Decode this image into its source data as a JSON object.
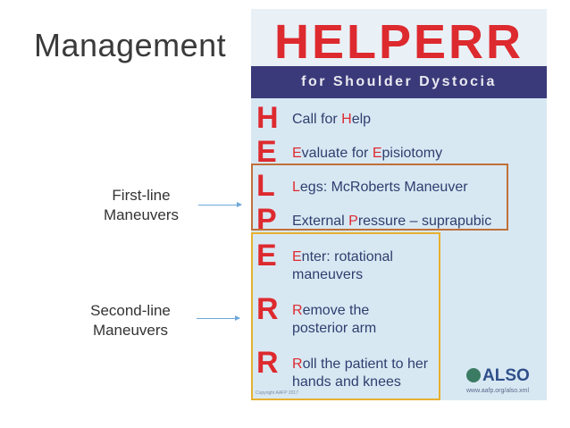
{
  "slide": {
    "title": "Management",
    "first_line_label": [
      "First-line",
      "Maneuvers"
    ],
    "second_line_label": [
      "Second-line",
      "Maneuvers"
    ]
  },
  "poster": {
    "title": "HELPERR",
    "subtitle": "for Shoulder Dystocia",
    "rows": [
      {
        "letter": "H",
        "pre": "Call for ",
        "hl": "H",
        "post": "elp",
        "line2": ""
      },
      {
        "letter": "E",
        "pre": "",
        "hl": "E",
        "post": "valuate for ",
        "hl2": "E",
        "post2": "pisiotomy",
        "line2": ""
      },
      {
        "letter": "L",
        "pre": "",
        "hl": "L",
        "post": "egs: McRoberts Maneuver",
        "line2": ""
      },
      {
        "letter": "P",
        "pre": "External ",
        "hl": "P",
        "post": "ressure – suprapubic",
        "line2": ""
      },
      {
        "letter": "E",
        "pre": "",
        "hl": "E",
        "post": "nter: rotational",
        "line2": "maneuvers"
      },
      {
        "letter": "R",
        "pre": "",
        "hl": "R",
        "post": "emove the",
        "line2": "posterior arm"
      },
      {
        "letter": "R",
        "pre": "",
        "hl": "R",
        "post": "oll the patient to her",
        "line2": "hands and knees"
      }
    ],
    "logo": "ALSO",
    "logo_url": "www.aafp.org/also.xml",
    "copyright": "Copyright AAFP 2017"
  },
  "colors": {
    "letter_red": "#dd2a2f",
    "banner": "#3a3a7a",
    "first_line_box": "#c0703a",
    "second_line_box": "#e6b030",
    "arrow": "#6fa8d8"
  }
}
